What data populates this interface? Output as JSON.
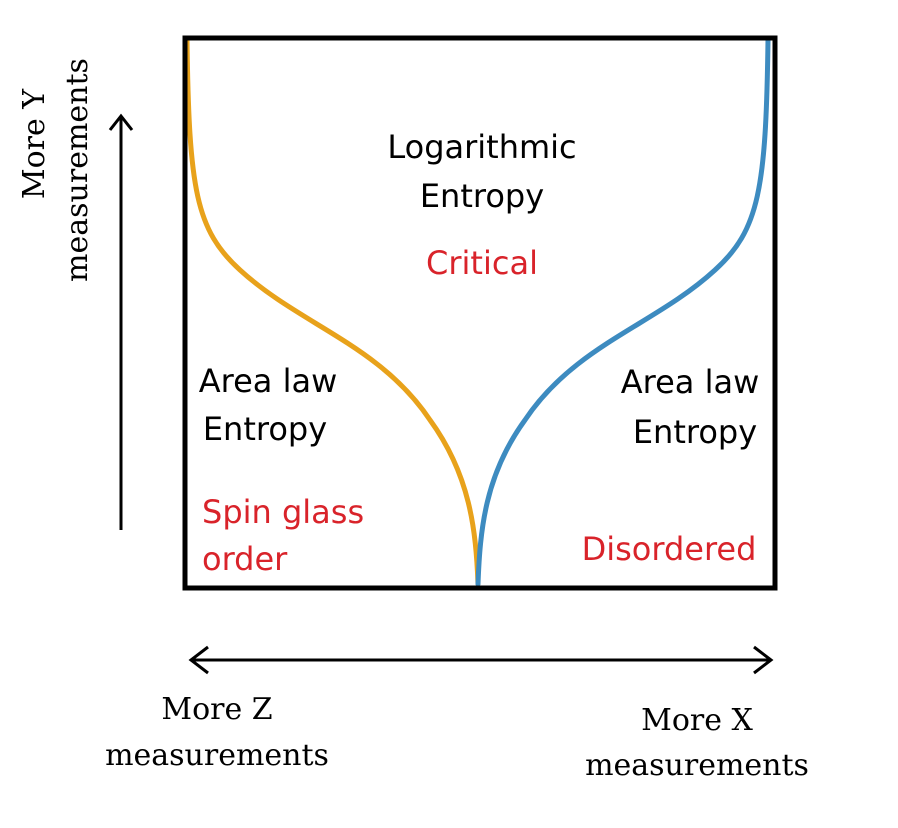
{
  "regions": {
    "critical": {
      "line1": "Logarithmic",
      "line2": "Entropy",
      "phase": "Critical"
    },
    "left": {
      "line1": "Area law",
      "line2": "Entropy",
      "phase_line1": "Spin glass",
      "phase_line2": "order"
    },
    "right": {
      "line1": "Area law",
      "line2": "Entropy",
      "phase": "Disordered"
    }
  },
  "axes": {
    "y": {
      "line1": "More Y",
      "line2": "measurements"
    },
    "z": {
      "line1": "More Z",
      "line2": "measurements"
    },
    "x": {
      "line1": "More X",
      "line2": "measurements"
    }
  },
  "colors": {
    "frame": "#000000",
    "left_boundary": "#e8a21b",
    "right_boundary": "#3d8bc0",
    "phase_label": "#d9232a",
    "text": "#000000"
  }
}
